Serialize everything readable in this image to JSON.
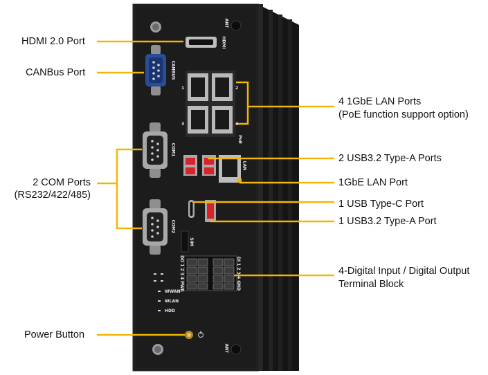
{
  "labels": {
    "hdmi": "HDMI 2.0 Port",
    "canbus": "CANBus Port",
    "com_1": "2 COM Ports",
    "com_2": "(RS232/422/485)",
    "power": "Power Button",
    "lan4_1": "4 1GbE LAN Ports",
    "lan4_2": "(PoE function support option)",
    "usb2": "2 USB3.2 Type-A Ports",
    "lan1": "1GbE LAN Port",
    "usbc": "1 USB Type-C Port",
    "usb1": "1 USB3.2 Type-A Port",
    "dio_1": "4-Digital Input / Digital Output",
    "dio_2": "Terminal Block"
  },
  "device_text": {
    "ant_top": "ANT",
    "ant_bottom": "ANT",
    "hdmi": "HDMI",
    "canbus": "CANBUS",
    "com1": "COM1",
    "com2": "COM2",
    "lan": "LAN",
    "poe": "PoE",
    "sim": "SIM",
    "do": "DO 1 2 3 4 PWR",
    "di": "DI 1 2 3 4 GND",
    "wwan": "WWAN",
    "wlan": "WLAN",
    "hdd": "HDD",
    "port_1": "1",
    "port_2": "2",
    "port_3": "3",
    "port_4": "4"
  },
  "colors": {
    "callout": "#f2b705",
    "chassis": "#1c1c1c",
    "canbus_blue": "#2a4d9a",
    "usb_red": "#d8232a"
  }
}
